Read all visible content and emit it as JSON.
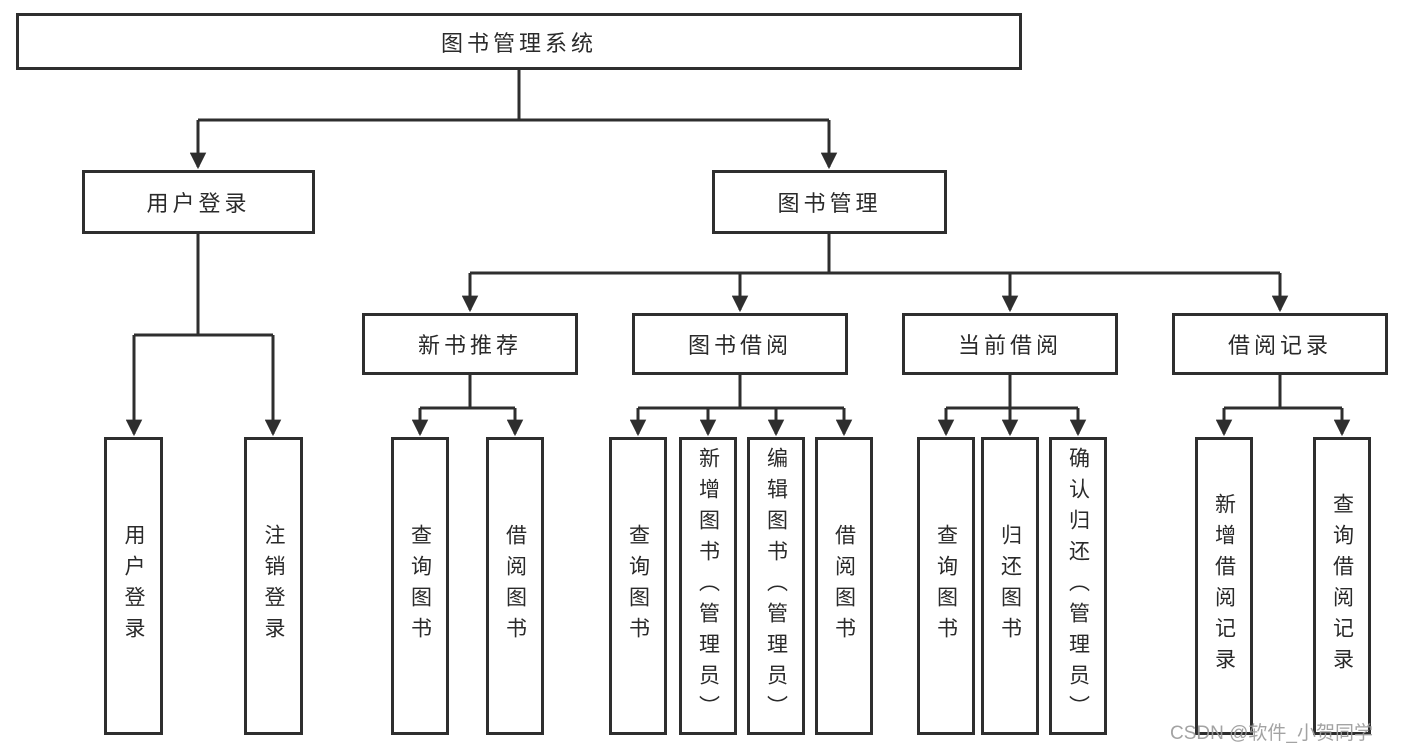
{
  "tree": {
    "root": "图书管理系统",
    "branches": [
      {
        "label": "用户登录",
        "leaves": [
          "用户登录",
          "注销登录"
        ]
      },
      {
        "label": "图书管理",
        "groups": [
          {
            "label": "新书推荐",
            "leaves": [
              "查询图书",
              "借阅图书"
            ]
          },
          {
            "label": "图书借阅",
            "leaves": [
              "查询图书",
              "新增图书（管理员）",
              "编辑图书（管理员）",
              "借阅图书"
            ]
          },
          {
            "label": "当前借阅",
            "leaves": [
              "查询图书",
              "归还图书",
              "确认归还（管理员）"
            ]
          },
          {
            "label": "借阅记录",
            "leaves": [
              "新增借阅记录",
              "查询借阅记录"
            ]
          }
        ]
      }
    ]
  },
  "watermark": {
    "text": "CSDN @软件_小贺同学"
  },
  "colors": {
    "line": "#2e2e2e",
    "box_border": "#2e2e2e",
    "text": "#2a2a2a",
    "watermark": "#9b9b9b",
    "background": "#ffffff"
  }
}
